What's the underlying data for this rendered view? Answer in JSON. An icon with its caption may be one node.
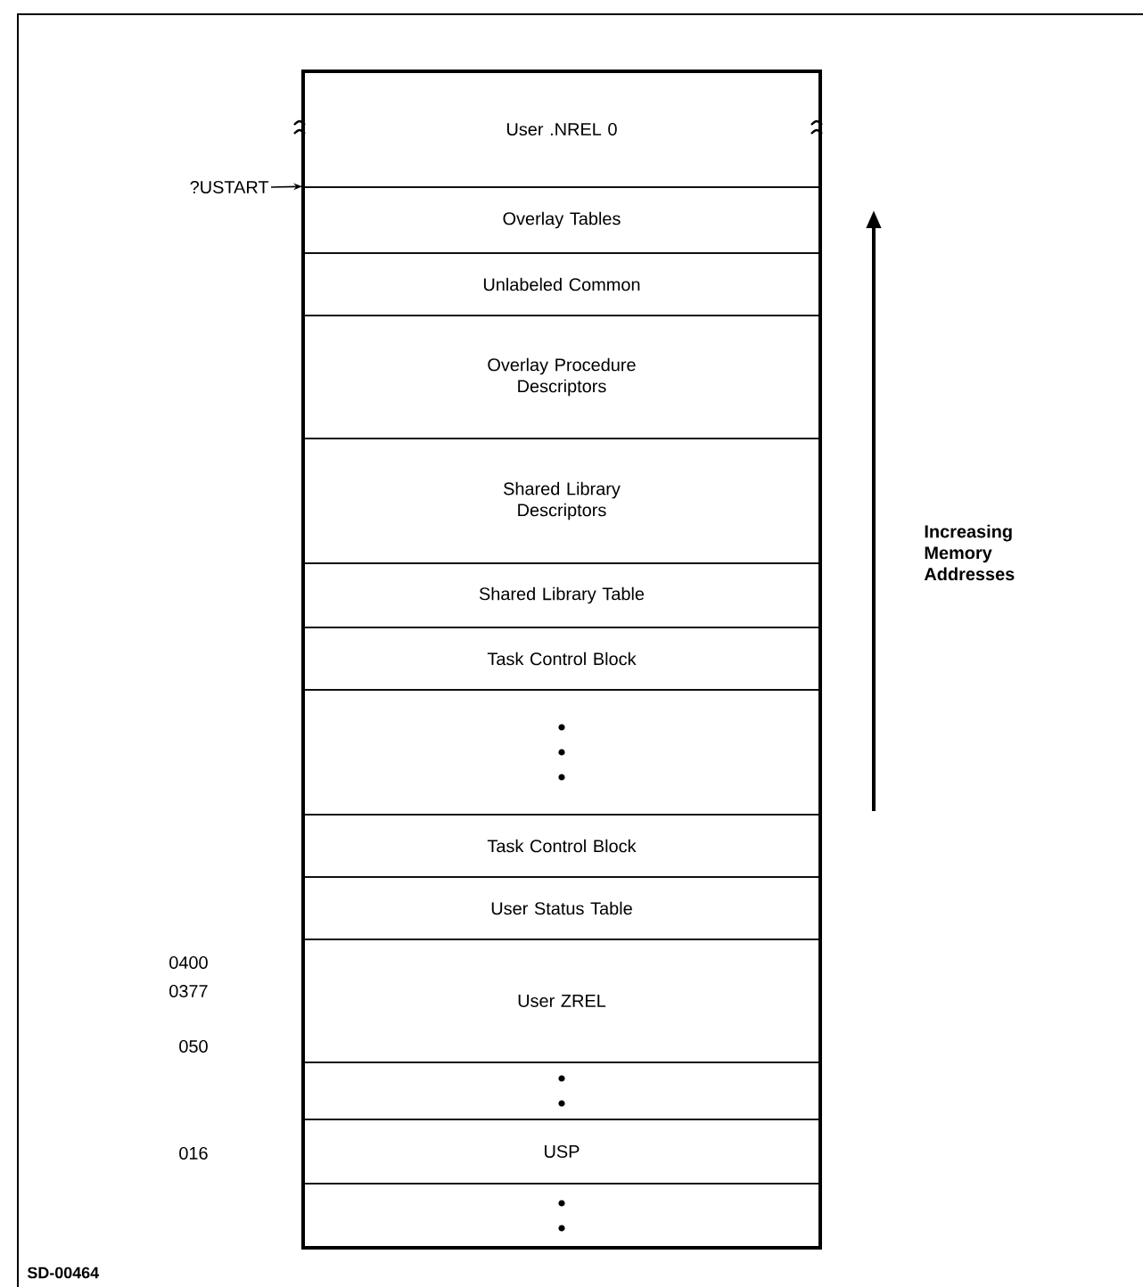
{
  "diagram": {
    "nodes": [
      {
        "text": [
          "User .NREL 0"
        ]
      },
      {
        "text": [
          "?USTART"
        ]
      },
      {
        "text": [
          "Overlay Tables"
        ]
      },
      {
        "text": [
          "Unlabeled Common"
        ]
      },
      {
        "text": [
          "Overlay Procedure Descriptors"
        ]
      },
      {
        "text": [
          "Shared Library Descriptors"
        ]
      },
      {
        "text": [
          "Shared Library Table"
        ]
      },
      {
        "text": [
          "Task Control Block"
        ]
      },
      {
        "text": [],
        "shape": "box"
      },
      {
        "text": [
          "Task Control Block"
        ]
      },
      {
        "text": [
          "User Status Table"
        ]
      },
      {
        "text": [
          "User ZREL"
        ]
      },
      {
        "text": [],
        "shape": "box"
      },
      {
        "text": [
          "USP"
        ]
      },
      {
        "text": [],
        "shape": "box"
      }
    ],
    "edges": [
      {
        "from": 1,
        "to": 2,
        "arrow": "to"
      }
    ],
    "labels": [
      "Increasing Memory Addresses",
      "0400",
      "0377",
      "050",
      "016",
      "SD-00464"
    ]
  }
}
